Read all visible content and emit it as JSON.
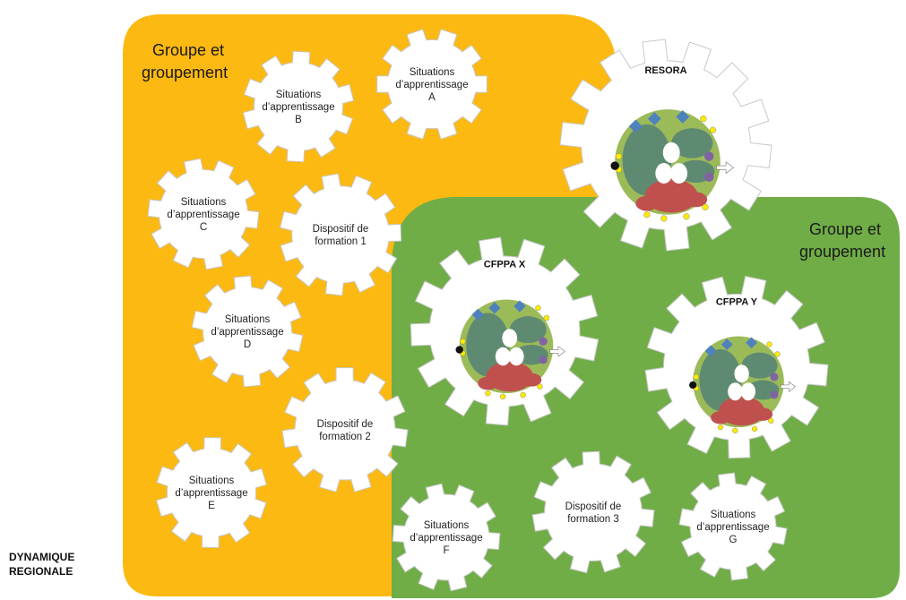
{
  "regions": {
    "yellow": {
      "title_line1": "Groupe et",
      "title_line2": "groupement",
      "color": "#FCB912"
    },
    "green": {
      "title_line1": "Groupe et",
      "title_line2": "groupement",
      "color": "#70AD47"
    }
  },
  "gears": {
    "sa_a": {
      "lines": [
        "Situations",
        "d’apprentissage",
        "A"
      ]
    },
    "sa_b": {
      "lines": [
        "Situations",
        "d’apprentissage",
        "B"
      ]
    },
    "sa_c": {
      "lines": [
        "Situations",
        "d’apprentissage",
        "C"
      ]
    },
    "sa_d": {
      "lines": [
        "Situations",
        "d’apprentissage",
        "D"
      ]
    },
    "sa_e": {
      "lines": [
        "Situations",
        "d’apprentissage",
        "E"
      ]
    },
    "sa_f": {
      "lines": [
        "Situations",
        "d’apprentissage",
        "F"
      ]
    },
    "sa_g": {
      "lines": [
        "Situations",
        "d’apprentissage",
        "G"
      ]
    },
    "df_1": {
      "lines": [
        "Dispositif de",
        "formation 1"
      ]
    },
    "df_2": {
      "lines": [
        "Dispositif de",
        "formation 2"
      ]
    },
    "df_3": {
      "lines": [
        "Dispositif de",
        "formation 3"
      ]
    },
    "resora": {
      "title": "RESORA"
    },
    "cfppa_x": {
      "title": "CFPPA X"
    },
    "cfppa_y": {
      "title": "CFPPA Y"
    }
  },
  "footer": {
    "line1": "DYNAMIQUE",
    "line2": "REGIONALE"
  },
  "colors": {
    "gear_fill": "#ffffff",
    "gear_stroke": "#c8c8c8",
    "organism_green_light": "#9bbb59",
    "organism_green_dark": "#5f8a72",
    "organism_red": "#c0504d",
    "organism_blue": "#4f81bd",
    "organism_purple": "#8064a2",
    "organism_yellow": "#ffe900"
  }
}
